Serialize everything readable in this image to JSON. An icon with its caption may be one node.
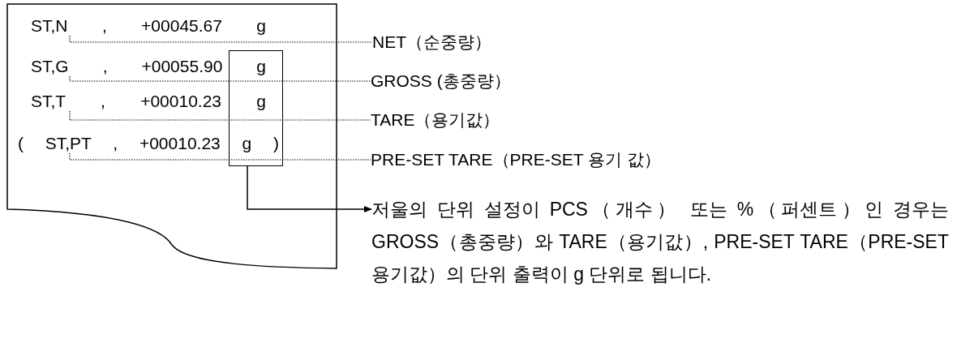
{
  "diagram": {
    "nodes": [
      {
        "text": [],
        "shape": "box"
      },
      {
        "text": [
          "ST,N , +00045.67 g"
        ],
        "in": 0
      },
      {
        "text": [
          "ST,G , +00055.90 g"
        ],
        "in": 0
      },
      {
        "text": [
          "ST,T , +00010.23 g"
        ],
        "in": 0
      },
      {
        "text": [
          "( ST,PT , +00010.23 g )"
        ],
        "in": 0
      },
      {
        "text": [],
        "shape": "box",
        "in": 0
      },
      {
        "text": [
          "NET（순중량）"
        ]
      },
      {
        "text": [
          "GROSS (총중량）"
        ]
      },
      {
        "text": [
          "TARE（용기값）"
        ]
      },
      {
        "text": [
          "PRE-SET TARE（PRE-SET 용기 값）"
        ]
      },
      {
        "text": [
          "저울의 단위 설정이 PCS（개수） 또는 %（퍼센트）인 경우는 GROSS（총중량）와 TARE（용기값）, PRE-SET TARE（PRE-SET 용기값）의 단위 출력이 g 단위로 됩니다."
        ]
      }
    ],
    "edges": [
      {
        "from": 1,
        "to": 6,
        "arrow": "none",
        "style": "dashed"
      },
      {
        "from": 2,
        "to": 7,
        "arrow": "none",
        "style": "dashed"
      },
      {
        "from": 3,
        "to": 8,
        "arrow": "none",
        "style": "dashed"
      },
      {
        "from": 4,
        "to": 9,
        "arrow": "none",
        "style": "dashed"
      },
      {
        "from": 5,
        "to": 10,
        "arrow": "to"
      }
    ]
  }
}
